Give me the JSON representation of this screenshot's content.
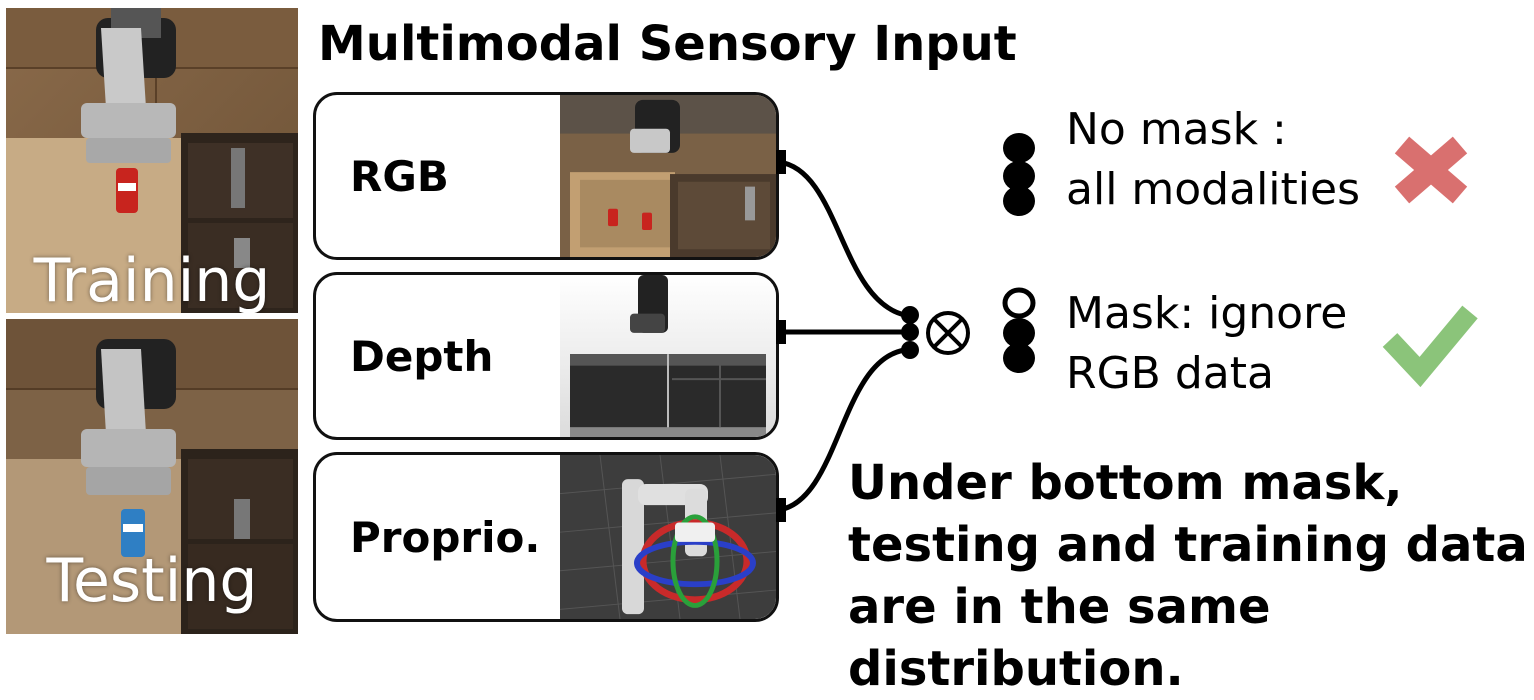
{
  "title": "Multimodal Sensory Input",
  "photos": {
    "training_label": "Training",
    "testing_label": "Testing"
  },
  "modalities": [
    {
      "label": "RGB"
    },
    {
      "label": "Depth"
    },
    {
      "label": "Proprio."
    }
  ],
  "fusion_symbol": "⊗",
  "legend": {
    "no_mask": {
      "line1": "No mask :",
      "line2": "all modalities",
      "result": "cross-icon"
    },
    "mask": {
      "line1": "Mask: ignore",
      "line2": "RGB data",
      "result": "check-icon"
    }
  },
  "conclusion": "Under bottom mask, testing and training data are in the same distribution.",
  "colors": {
    "cross": "#d9706f",
    "check": "#8bc47a",
    "can_red": "#c8241e",
    "can_blue": "#2f7fc4"
  }
}
